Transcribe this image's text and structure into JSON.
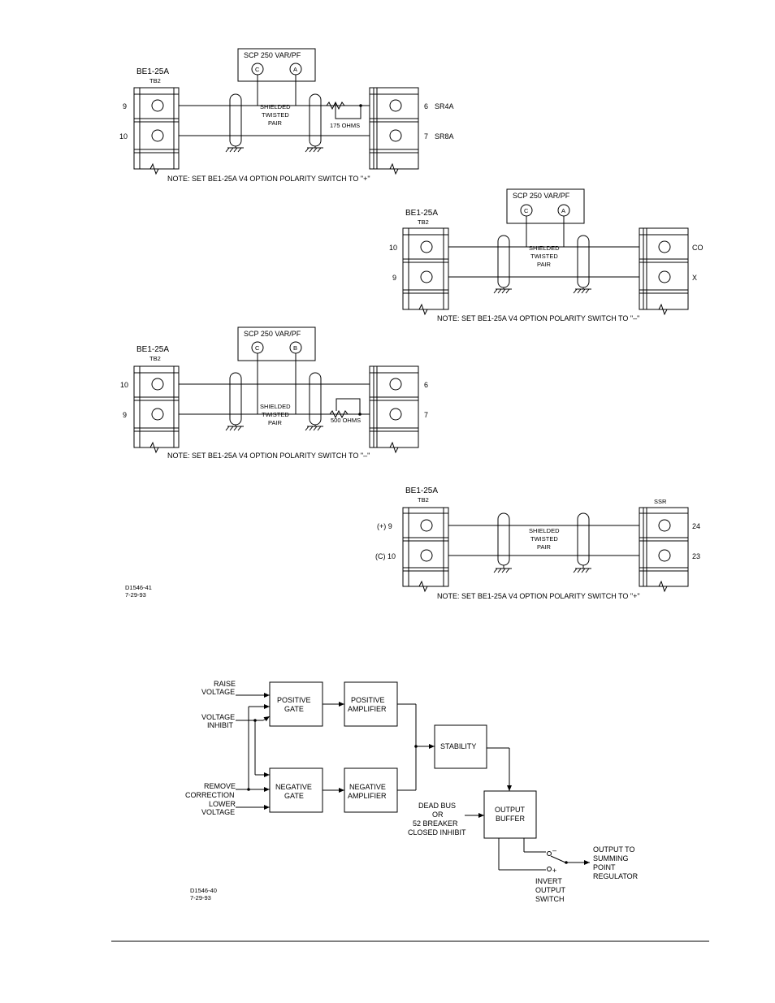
{
  "common": {
    "shielded_line1": "SHIELDED",
    "shielded_line2": "TWISTED",
    "shielded_line3": "PAIR",
    "tb2": "TB2",
    "be1": "BE1-25A"
  },
  "diagram1": {
    "scp_title": "SCP 250 VAR/PF",
    "terminal_left": "C",
    "terminal_right": "A",
    "left_top_num": "9",
    "left_bottom_num": "10",
    "right_top_num": "6",
    "right_top_label": "SR4A",
    "right_bottom_num": "7",
    "right_bottom_label": "SR8A",
    "resistor_label": "175 OHMS",
    "note": "NOTE:   SET BE1-25A V4 OPTION POLARITY SWITCH TO \"+\""
  },
  "diagram2": {
    "scp_title": "SCP 250 VAR/PF",
    "terminal_left": "C",
    "terminal_right": "A",
    "left_top_num": "10",
    "left_bottom_num": "9",
    "right_top_label": "CO",
    "right_bottom_label": "X",
    "note": "NOTE:   SET BE1-25A V4 OPTION POLARITY SWITCH TO \"–\""
  },
  "diagram3": {
    "scp_title": "SCP 250 VAR/PF",
    "terminal_left": "C",
    "terminal_right": "B",
    "left_top_num": "10",
    "left_bottom_num": "9",
    "right_top_num": "6",
    "right_bottom_num": "7",
    "resistor_label": "500 OHMS",
    "note": "NOTE:   SET BE1-25A V4 OPTION POLARITY SWITCH TO \"–\""
  },
  "diagram4": {
    "left_top_num": "(+) 9",
    "left_bottom_num": "(C) 10",
    "right_title": "SSR",
    "right_top_num": "24",
    "right_bottom_num": "23",
    "note": "NOTE:   SET BE1-25A V4 OPTION POLARITY SWITCH TO \"+\""
  },
  "figure1_code": {
    "line1": "D1546-41",
    "line2": "7-29-93"
  },
  "block": {
    "raise1": "RAISE",
    "raise2": "VOLTAGE",
    "vinh1": "VOLTAGE",
    "vinh2": "INHIBIT",
    "remove1": "REMOVE",
    "remove2": "CORRECTION",
    "lower1": "LOWER",
    "lower2": "VOLTAGE",
    "pos_gate1": "POSITIVE",
    "pos_gate2": "GATE",
    "pos_amp1": "POSITIVE",
    "pos_amp2": "AMPLIFIER",
    "neg_gate1": "NEGATIVE",
    "neg_gate2": "GATE",
    "neg_amp1": "NEGATIVE",
    "neg_amp2": "AMPLIFIER",
    "stability": "STABILITY",
    "outbuf1": "OUTPUT",
    "outbuf2": "BUFFER",
    "dead1": "DEAD BUS",
    "dead2": "OR",
    "dead3": "52 BREAKER",
    "dead4": "CLOSED INHIBIT",
    "minus": "–",
    "plus": "+",
    "out1": "OUTPUT TO",
    "out2": "SUMMING",
    "out3": "POINT",
    "out4": "REGULATOR",
    "inv1": "INVERT",
    "inv2": "OUTPUT",
    "inv3": "SWITCH"
  },
  "figure2_code": {
    "line1": "D1546-40",
    "line2": "7-29-93"
  }
}
